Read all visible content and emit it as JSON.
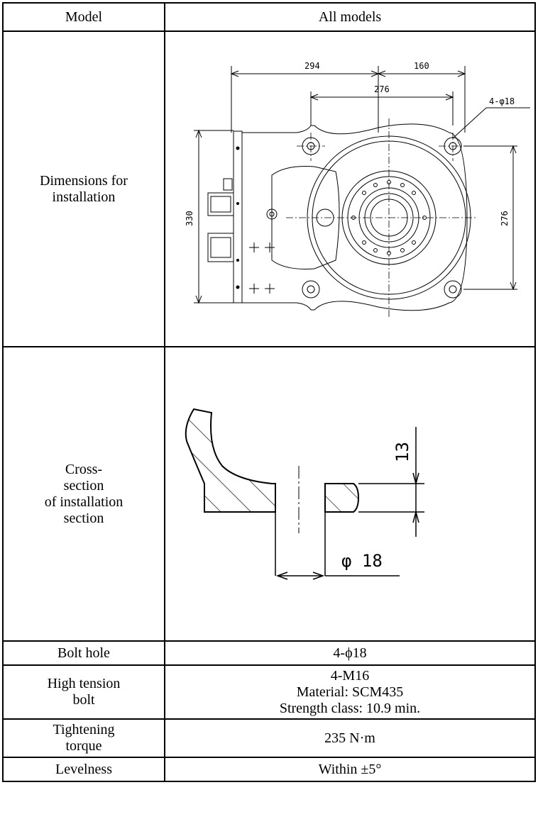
{
  "header": {
    "model_label": "Model",
    "model_value": "All models"
  },
  "dimensions": {
    "label_line1": "Dimensions for",
    "label_line2": "installation",
    "dim_294": "294",
    "dim_160": "160",
    "dim_276_top": "276",
    "hole_note": "4-φ18",
    "dim_330": "330",
    "dim_276_right": "276"
  },
  "cross_section": {
    "label_line1": "Cross-",
    "label_line2": "section",
    "label_line3": "of installation",
    "label_line4": "section",
    "dim_13": "13",
    "dim_phi18": "φ 18"
  },
  "bolt_hole": {
    "label": "Bolt hole",
    "value": "4-ϕ18"
  },
  "high_tension_bolt": {
    "label_line1": "High tension",
    "label_line2": "bolt",
    "value_line1": "4-M16",
    "value_line2": "Material: SCM435",
    "value_line3": "Strength class: 10.9 min."
  },
  "tightening_torque": {
    "label_line1": "Tightening",
    "label_line2": "torque",
    "value": "235 N·m"
  },
  "levelness": {
    "label": "Levelness",
    "value": "Within ±5°"
  }
}
